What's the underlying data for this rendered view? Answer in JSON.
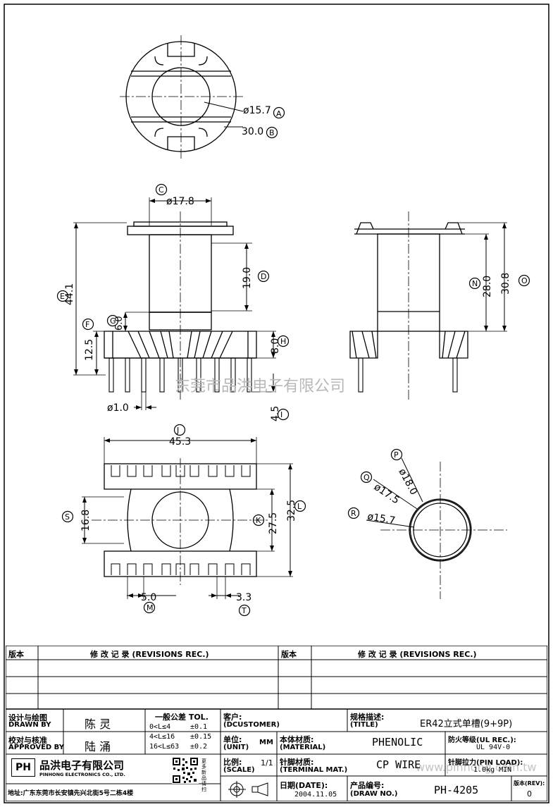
{
  "watermark": "东莞市品洪电子有限公司",
  "watermark_url": "www.pinhong.com.tw",
  "views": {
    "top": {
      "d1": "ø15.7",
      "d1_tag": "A",
      "d2": "30.0",
      "d2_tag": "B"
    },
    "front": {
      "width": "ø17.8",
      "width_tag": "C",
      "wind_height": "19.0",
      "wind_tag": "D",
      "total_height": "44.1",
      "total_tag": "E",
      "base_height": "12.5",
      "base_tag": "F",
      "gap": "6.0",
      "gap_tag": "G",
      "flange": "8.0",
      "flange_tag": "H",
      "pin_len": "4.5",
      "pin_len_tag": "I",
      "pin_dia": "ø1.0"
    },
    "side": {
      "h1": "28.0",
      "h1_tag": "N",
      "h2": "30.8",
      "h2_tag": "O"
    },
    "bottom": {
      "width": "45.3",
      "width_tag": "J",
      "h_inner": "27.5",
      "h_inner_tag": "K",
      "h_outer": "32.5",
      "h_outer_tag": "L",
      "h_core": "16.8",
      "h_core_tag": "S",
      "pitch": "5.0",
      "pitch_tag": "M",
      "pin_gap": "3.3",
      "pin_gap_tag": "T"
    },
    "circle": {
      "d1": "ø18.0",
      "d1_tag": "P",
      "d2": "ø17.5",
      "d2_tag": "Q",
      "d3": "ø15.7",
      "d3_tag": "R"
    }
  },
  "title_block": {
    "rev_label": "版本",
    "rev_records": "修 改 记 录 (REVISIONS REC.)",
    "designed_cn": "设计与绘图",
    "designed_en": "DRAWN BY",
    "designer": "陈 灵",
    "approved_cn": "校对与核准",
    "approved_en": "APPROVED BY",
    "approver": "陆 涌",
    "tol_title": "一般公差 TOL.",
    "tol_rows": [
      {
        "range": "0<L≤4",
        "tol": "±0.1"
      },
      {
        "range": "4<L≤16",
        "tol": "±0.15"
      },
      {
        "range": "16<L≤63",
        "tol": "±0.2"
      }
    ],
    "customer_cn": "客户:",
    "customer_en": "(DCUSTOMER)",
    "title_cn": "规格描述:",
    "title_en": "(TITLE)",
    "title_value": "ER42立式单槽(9+9P)",
    "unit_cn": "单位:",
    "unit_en": "(UNIT)",
    "unit_value": "MM",
    "material_cn": "本体材质:",
    "material_en": "(MATERIAL)",
    "material_value": "PHENOLIC",
    "ul_cn": "防火等级(UL REC.):",
    "ul_value": "UL 94V-0",
    "scale_cn": "比例:",
    "scale_en": "(SCALE)",
    "scale_value": "1/1",
    "terminal_cn": "针脚材质:",
    "terminal_en": "(TERMINAL MAT.)",
    "terminal_value": "CP WIRE",
    "pin_load_cn": "针脚拉力(PIN LOAD):",
    "pin_load_value": "1.0kg MIN",
    "company_cn": "品洪电子有限公司",
    "company_en": "PINHONG ELECTRONICS CO., LTD.",
    "logo_text": "PH",
    "qr_note": "更多新品请扫",
    "address": "地址:广东东莞市长安镇先兴北街5号二栋4楼",
    "date_cn": "日期(DATE):",
    "date_value": "2004.11.05",
    "draw_no_cn": "产品编号:",
    "draw_no_en": "(DRAW NO.)",
    "draw_no_value": "PH-4205",
    "version_cn": "版本(REV):",
    "version_value": "0"
  }
}
